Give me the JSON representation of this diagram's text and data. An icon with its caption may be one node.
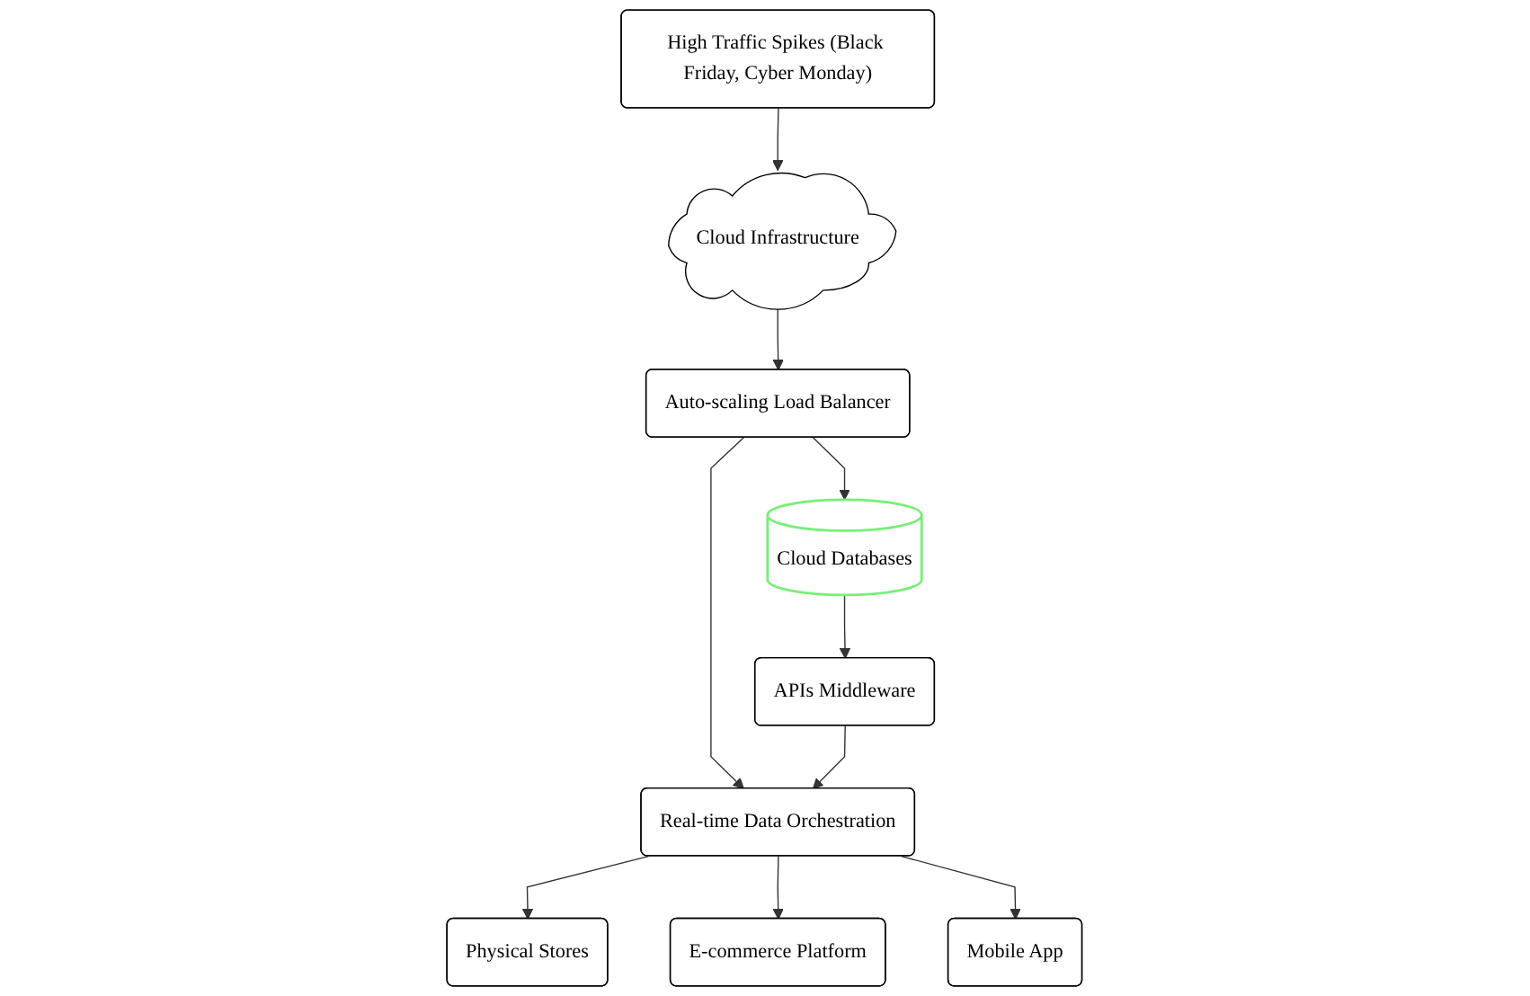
{
  "diagram": {
    "nodes": [
      {
        "text": [
          "High Traffic Spikes (Black Friday, Cyber Monday)"
        ]
      },
      {
        "text": [
          "Cloud Infrastructure"
        ]
      },
      {
        "text": [
          "Auto-scaling Load Balancer"
        ]
      },
      {
        "text": [
          "Cloud Databases"
        ]
      },
      {
        "text": [
          "Real-time Data Orchestration"
        ]
      },
      {
        "text": [
          "APIs Middleware"
        ]
      },
      {
        "text": [
          "Physical Stores"
        ]
      },
      {
        "text": [
          "E-commerce Platform"
        ]
      },
      {
        "text": [
          "Mobile App"
        ]
      }
    ],
    "edges": [
      {
        "from": 0,
        "to": 1,
        "arrow": "to"
      },
      {
        "from": 1,
        "to": 2,
        "arrow": "to"
      },
      {
        "from": 2,
        "to": 3,
        "arrow": "to"
      },
      {
        "from": 2,
        "to": 4,
        "arrow": "to"
      },
      {
        "from": 3,
        "to": 5,
        "arrow": "to"
      },
      {
        "from": 5,
        "to": 4,
        "arrow": "to"
      },
      {
        "from": 4,
        "to": 6,
        "arrow": "to"
      },
      {
        "from": 4,
        "to": 7,
        "arrow": "to"
      },
      {
        "from": 4,
        "to": 8,
        "arrow": "to"
      }
    ]
  }
}
